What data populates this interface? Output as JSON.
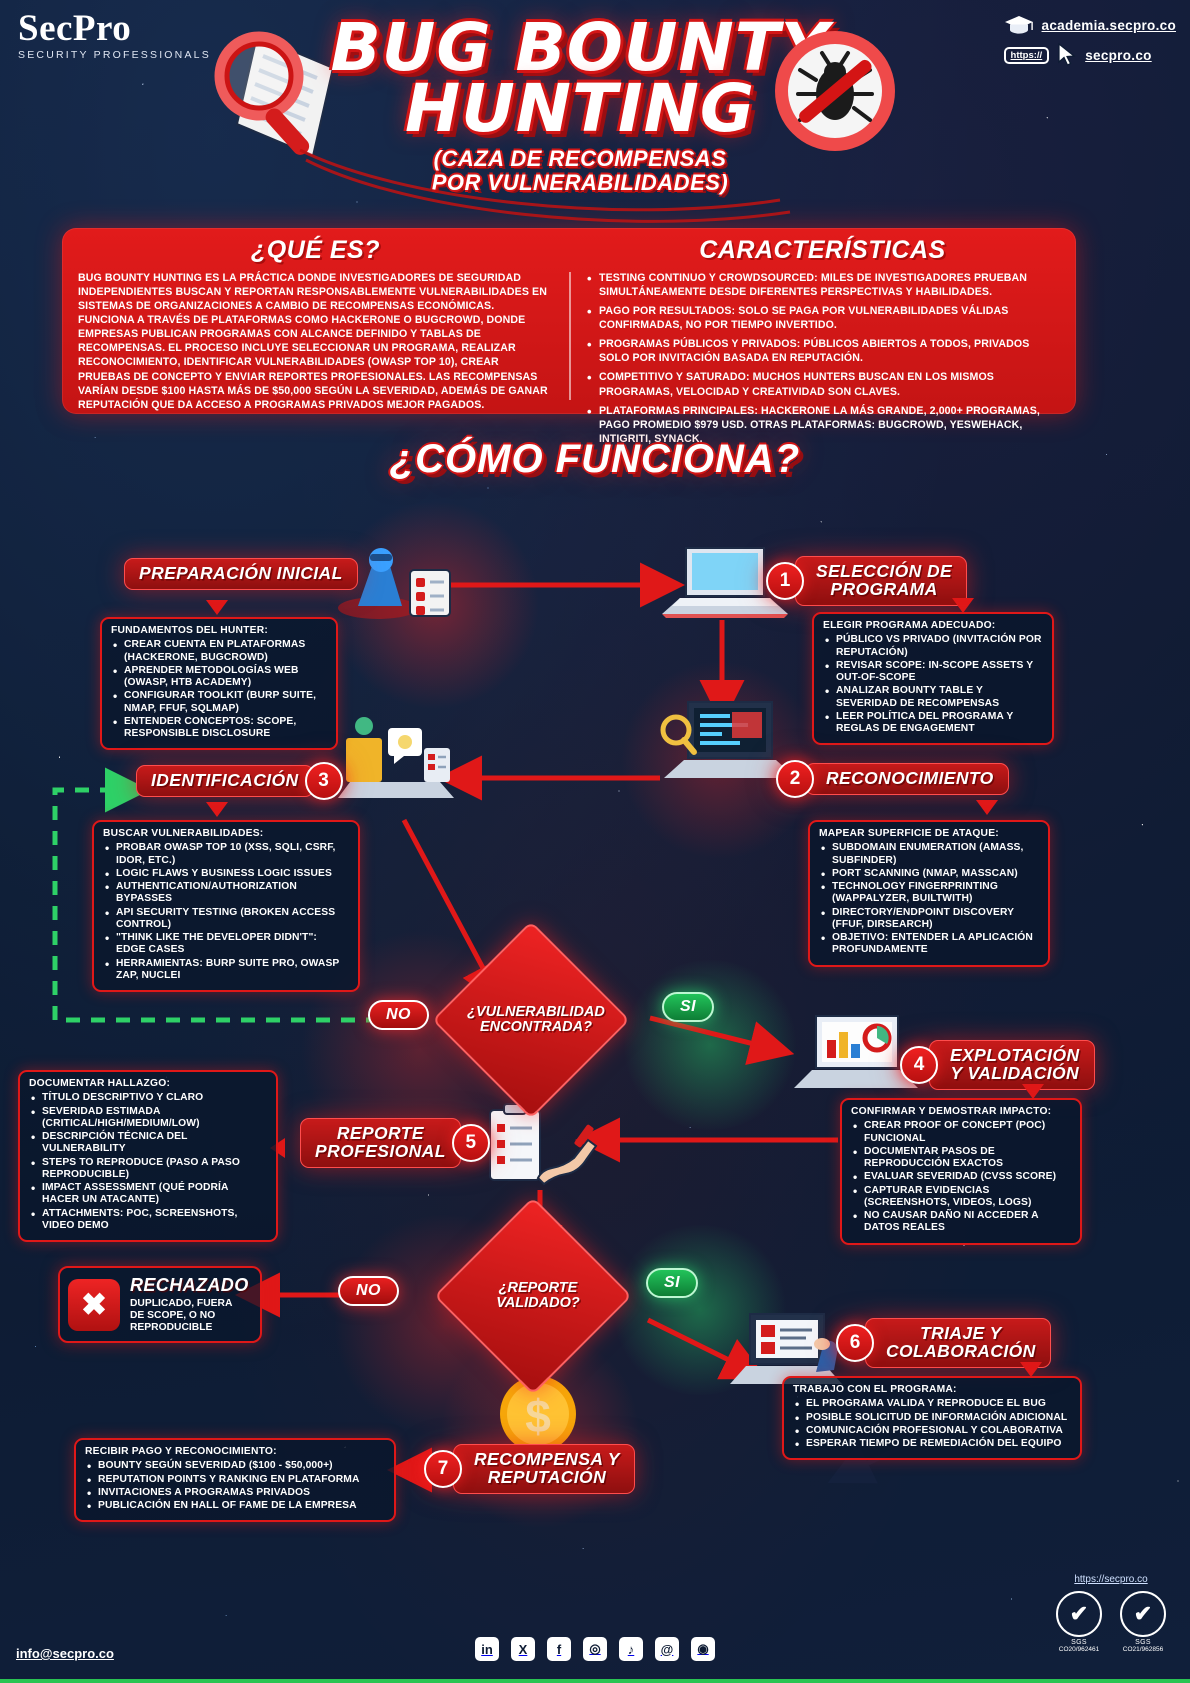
{
  "brand": {
    "logo_main": "SecPro",
    "logo_sub": "SECURITY PROFESSIONALS",
    "academy_link": "academia.secpro.co",
    "site_chip": "https://",
    "site_link": "secpro.co",
    "accent_red": "#e21b1b",
    "accent_green": "#29c452",
    "bg_navy": "#0d1b33"
  },
  "header": {
    "title_line1": "BUG BOUNTY",
    "title_line2": "HUNTING",
    "subtitle_line1": "(CAZA DE RECOMPENSAS",
    "subtitle_line2": "POR VULNERABILIDADES)"
  },
  "intro": {
    "what_title": "¿QUÉ ES?",
    "what_text": "BUG BOUNTY HUNTING ES LA PRÁCTICA DONDE INVESTIGADORES DE SEGURIDAD INDEPENDIENTES BUSCAN Y REPORTAN RESPONSABLEMENTE VULNERABILIDADES EN SISTEMAS DE ORGANIZACIONES A CAMBIO DE RECOMPENSAS ECONÓMICAS. FUNCIONA A TRAVÉS DE PLATAFORMAS COMO HACKERONE O BUGCROWD, DONDE EMPRESAS PUBLICAN PROGRAMAS CON ALCANCE DEFINIDO Y TABLAS DE RECOMPENSAS. EL PROCESO INCLUYE SELECCIONAR UN PROGRAMA, REALIZAR RECONOCIMIENTO, IDENTIFICAR VULNERABILIDADES (OWASP TOP 10), CREAR PRUEBAS DE CONCEPTO Y ENVIAR REPORTES PROFESIONALES. LAS RECOMPENSAS VARÍAN DESDE $100 HASTA MÁS DE $50,000 SEGÚN LA SEVERIDAD, ADEMÁS DE GANAR REPUTACIÓN QUE DA ACCESO A PROGRAMAS PRIVADOS MEJOR PAGADOS.",
    "features_title": "CARACTERÍSTICAS",
    "features": [
      "TESTING CONTINUO Y CROWDSOURCED: MILES DE INVESTIGADORES PRUEBAN SIMULTÁNEAMENTE DESDE DIFERENTES PERSPECTIVAS Y HABILIDADES.",
      "PAGO POR RESULTADOS: SOLO SE PAGA POR VULNERABILIDADES VÁLIDAS CONFIRMADAS, NO POR TIEMPO INVERTIDO.",
      "PROGRAMAS PÚBLICOS Y PRIVADOS: PÚBLICOS ABIERTOS A TODOS, PRIVADOS SOLO POR INVITACIÓN BASADA EN REPUTACIÓN.",
      "COMPETITIVO Y SATURADO: MUCHOS HUNTERS BUSCAN EN LOS MISMOS PROGRAMAS, VELOCIDAD Y CREATIVIDAD SON CLAVES.",
      "PLATAFORMAS PRINCIPALES: HACKERONE LA MÁS GRANDE, 2,000+ PROGRAMAS, PAGO PROMEDIO $979 USD. OTRAS PLATAFORMAS: BUGCROWD, YESWEHACK, INTIGRITI, SYNACK."
    ]
  },
  "flow": {
    "section_title": "¿CÓMO FUNCIONA?",
    "step0": {
      "label": "PREPARACIÓN INICIAL",
      "box_header": "FUNDAMENTOS DEL HUNTER:",
      "items": [
        "CREAR CUENTA EN PLATAFORMAS (HACKERONE, BUGCROWD)",
        "APRENDER METODOLOGÍAS WEB (OWASP, HTB ACADEMY)",
        "CONFIGURAR TOOLKIT (BURP SUITE, NMAP, FFUF, SQLMAP)",
        "ENTENDER CONCEPTOS: SCOPE, RESPONSIBLE DISCLOSURE"
      ]
    },
    "step1": {
      "num": "1",
      "label_line1": "SELECCIÓN DE",
      "label_line2": "PROGRAMA",
      "box_header": "ELEGIR PROGRAMA ADECUADO:",
      "items": [
        "PÚBLICO VS PRIVADO (INVITACIÓN POR REPUTACIÓN)",
        "REVISAR SCOPE: IN-SCOPE ASSETS Y OUT-OF-SCOPE",
        "ANALIZAR BOUNTY TABLE Y SEVERIDAD DE RECOMPENSAS",
        "LEER POLÍTICA DEL PROGRAMA Y REGLAS DE ENGAGEMENT"
      ]
    },
    "step2": {
      "num": "2",
      "label": "RECONOCIMIENTO",
      "box_header": "MAPEAR SUPERFICIE DE ATAQUE:",
      "items": [
        "SUBDOMAIN ENUMERATION (AMASS, SUBFINDER)",
        "PORT SCANNING (NMAP, MASSCAN)",
        "TECHNOLOGY FINGERPRINTING (WAPPALYZER, BUILTWITH)",
        "DIRECTORY/ENDPOINT DISCOVERY (FFUF, DIRSEARCH)",
        "OBJETIVO: ENTENDER LA APLICACIÓN PROFUNDAMENTE"
      ]
    },
    "step3": {
      "num": "3",
      "label": "IDENTIFICACIÓN",
      "box_header": "BUSCAR VULNERABILIDADES:",
      "items": [
        "PROBAR OWASP TOP 10 (XSS, SQLI, CSRF, IDOR, ETC.)",
        "LOGIC FLAWS Y BUSINESS LOGIC ISSUES",
        "AUTHENTICATION/AUTHORIZATION BYPASSES",
        "API SECURITY TESTING (BROKEN ACCESS CONTROL)",
        "\"THINK LIKE THE DEVELOPER DIDN'T\": EDGE CASES",
        "HERRAMIENTAS: BURP SUITE PRO, OWASP ZAP, NUCLEI"
      ]
    },
    "decision1": {
      "line1": "¿VULNERABILIDAD",
      "line2": "ENCONTRADA?",
      "no_label": "NO",
      "yes_label": "SI"
    },
    "step4": {
      "num": "4",
      "label_line1": "EXPLOTACIÓN",
      "label_line2": "Y VALIDACIÓN",
      "box_header": "CONFIRMAR Y DEMOSTRAR IMPACTO:",
      "items": [
        "CREAR PROOF OF CONCEPT (POC) FUNCIONAL",
        "DOCUMENTAR PASOS DE REPRODUCCIÓN EXACTOS",
        "EVALUAR SEVERIDAD (CVSS SCORE)",
        "CAPTURAR EVIDENCIAS (SCREENSHOTS, VIDEOS, LOGS)",
        "NO CAUSAR DAÑO NI ACCEDER A DATOS REALES"
      ]
    },
    "step5": {
      "num": "5",
      "label_line1": "REPORTE",
      "label_line2": "PROFESIONAL",
      "box_header": "DOCUMENTAR HALLAZGO:",
      "items": [
        "TÍTULO DESCRIPTIVO Y CLARO",
        "SEVERIDAD ESTIMADA (CRITICAL/HIGH/MEDIUM/LOW)",
        "DESCRIPCIÓN TÉCNICA DEL VULNERABILITY",
        "STEPS TO REPRODUCE (PASO A PASO REPRODUCIBLE)",
        "IMPACT ASSESSMENT (QUÉ PODRÍA HACER UN ATACANTE)",
        "ATTACHMENTS: POC, SCREENSHOTS, VIDEO DEMO"
      ]
    },
    "decision2": {
      "line1": "¿REPORTE",
      "line2": "VALIDADO?",
      "no_label": "NO",
      "yes_label": "SI"
    },
    "rejected": {
      "title": "RECHAZADO",
      "subtitle": "DUPLICADO, FUERA DE SCOPE, O NO REPRODUCIBLE",
      "icon": "✖"
    },
    "step6": {
      "num": "6",
      "label_line1": "TRIAJE Y",
      "label_line2": "COLABORACIÓN",
      "box_header": "TRABAJO CON EL PROGRAMA:",
      "items": [
        "EL PROGRAMA VALIDA Y REPRODUCE EL BUG",
        "POSIBLE SOLICITUD DE INFORMACIÓN ADICIONAL",
        "COMUNICACIÓN PROFESIONAL Y COLABORATIVA",
        "ESPERAR TIEMPO DE REMEDIACIÓN DEL EQUIPO"
      ]
    },
    "step7": {
      "num": "7",
      "label_line1": "RECOMPENSA Y",
      "label_line2": "REPUTACIÓN",
      "box_header": "RECIBIR PAGO Y RECONOCIMIENTO:",
      "items": [
        "BOUNTY SEGÚN SEVERIDAD ($100 - $50,000+)",
        "REPUTATION POINTS Y RANKING EN PLATAFORMA",
        "INVITACIONES A PROGRAMAS PRIVADOS",
        "PUBLICACIÓN EN HALL OF FAME DE LA EMPRESA"
      ]
    }
  },
  "footer": {
    "email": "info@secpro.co",
    "site": "https://secpro.co",
    "socials": [
      {
        "name": "linkedin-icon",
        "glyph": "in"
      },
      {
        "name": "x-twitter-icon",
        "glyph": "X"
      },
      {
        "name": "facebook-icon",
        "glyph": "f"
      },
      {
        "name": "instagram-icon",
        "glyph": "◎"
      },
      {
        "name": "tiktok-icon",
        "glyph": "♪"
      },
      {
        "name": "threads-icon",
        "glyph": "@"
      },
      {
        "name": "github-icon",
        "glyph": "◉"
      }
    ],
    "certs": [
      {
        "mark": "✔",
        "label": "SGS",
        "code": "CO20/962461"
      },
      {
        "mark": "✔",
        "label": "SGS",
        "code": "CO21/962856"
      }
    ]
  }
}
